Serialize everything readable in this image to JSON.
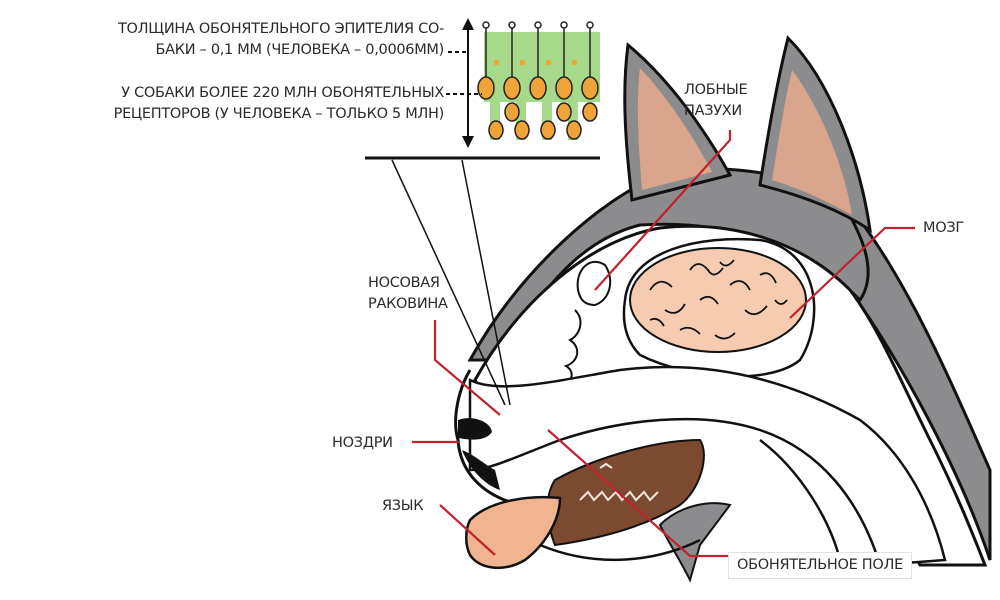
{
  "epithelium": {
    "thickness_line1": "ТОЛЩИНА ОБОНЯТЕЛЬНОГО ЭПИТЕЛИЯ СО-",
    "thickness_line2": "БАКИ – 0,1 ММ (ЧЕЛОВЕКА – 0,0006ММ)",
    "receptors_line1": "У СОБАКИ БОЛЕЕ 220 МЛН ОБОНЯТЕЛЬНЫХ",
    "receptors_line2": "РЕЦЕПТОРОВ (У ЧЕЛОВЕКА – ТОЛЬКО 5 МЛН)"
  },
  "labels": {
    "frontal_sinuses_1": "ЛОБНЫЕ",
    "frontal_sinuses_2": "ПАЗУХИ",
    "brain": "МОЗГ",
    "turbinate_1": "НОСОВАЯ",
    "turbinate_2": "РАКОВИНА",
    "nostrils": "НОЗДРИ",
    "tongue": "ЯЗЫК",
    "olfactory_field": "ОБОНЯТЕЛЬНОЕ ПОЛЕ"
  },
  "colors": {
    "leader": "#c0222e",
    "fur": "#8c8c8f",
    "ear_inner": "#d9a58c",
    "brain": "#f6cbb0",
    "tongue": "#f0b491",
    "mouth": "#7b4a30",
    "epithelium": "#a6d98a",
    "receptor": "#f0a437"
  }
}
